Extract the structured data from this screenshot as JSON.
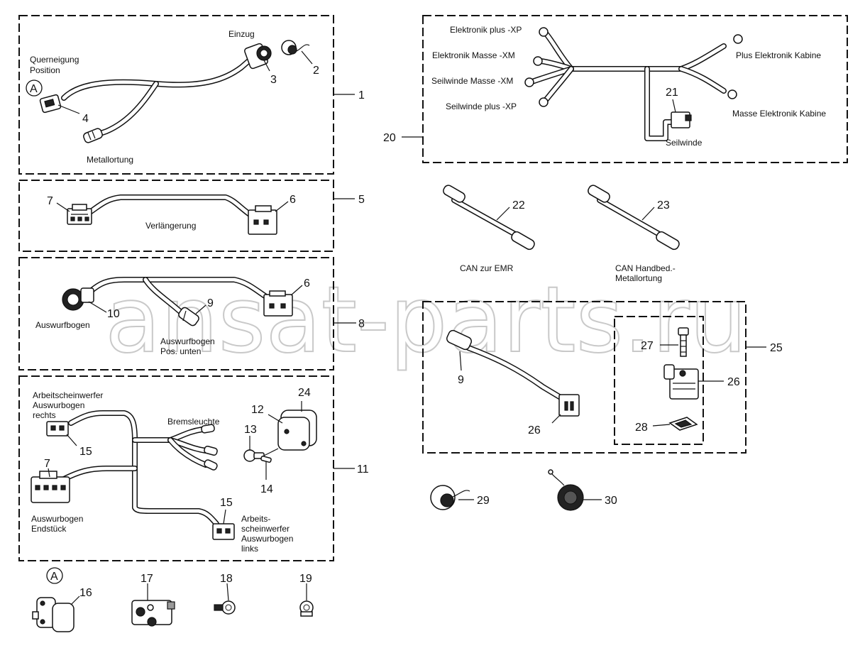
{
  "watermark": "ansat-parts.ru",
  "callout_A": "A",
  "labels": {
    "einzug": "Einzug",
    "querneigung": "Querneigung",
    "position": "Position",
    "metallortung": "Metallortung",
    "verlaengerung": "Verlängerung",
    "auswurfbogen": "Auswurfbogen",
    "auswurfbogen2": "Auswurfbogen",
    "pos_unten": "Pos. unten",
    "arbeits_r1": "Arbeitscheinwerfer",
    "arbeits_r2": "Auswurbogen",
    "arbeits_r3": "rechts",
    "bremsleuchte": "Bremsleuchte",
    "endstueck1": "Auswurbogen",
    "endstueck2": "Endstück",
    "arbeits_l1": "Arbeits-",
    "arbeits_l2": "scheinwerfer",
    "arbeits_l3": "Auswurbogen",
    "arbeits_l4": "links",
    "elektronik_plus": "Elektronik plus -XP",
    "elektronik_masse": "Elektronik Masse -XM",
    "seilwinde_masse": "Seilwinde Masse -XM",
    "seilwinde_plus": "Seilwinde plus -XP",
    "plus_kabine": "Plus Elektronik Kabine",
    "masse_kabine": "Masse Elektronik Kabine",
    "seilwinde": "Seilwinde",
    "can_emr": "CAN zur EMR",
    "can_hand1": "CAN Handbed.-",
    "can_hand2": "Metallortung"
  },
  "numbers": {
    "n1": "1",
    "n2": "2",
    "n3": "3",
    "n4": "4",
    "n5": "5",
    "n6a": "6",
    "n6b": "6",
    "n7a": "7",
    "n7b": "7",
    "n8": "8",
    "n9a": "9",
    "n9b": "9",
    "n10": "10",
    "n11": "11",
    "n12": "12",
    "n13": "13",
    "n14": "14",
    "n15a": "15",
    "n15b": "15",
    "n16": "16",
    "n17": "17",
    "n18": "18",
    "n19": "19",
    "n20": "20",
    "n21": "21",
    "n22": "22",
    "n23": "23",
    "n24": "24",
    "n25": "25",
    "n26a": "26",
    "n26b": "26",
    "n27": "27",
    "n28": "28",
    "n29": "29",
    "n30": "30"
  }
}
